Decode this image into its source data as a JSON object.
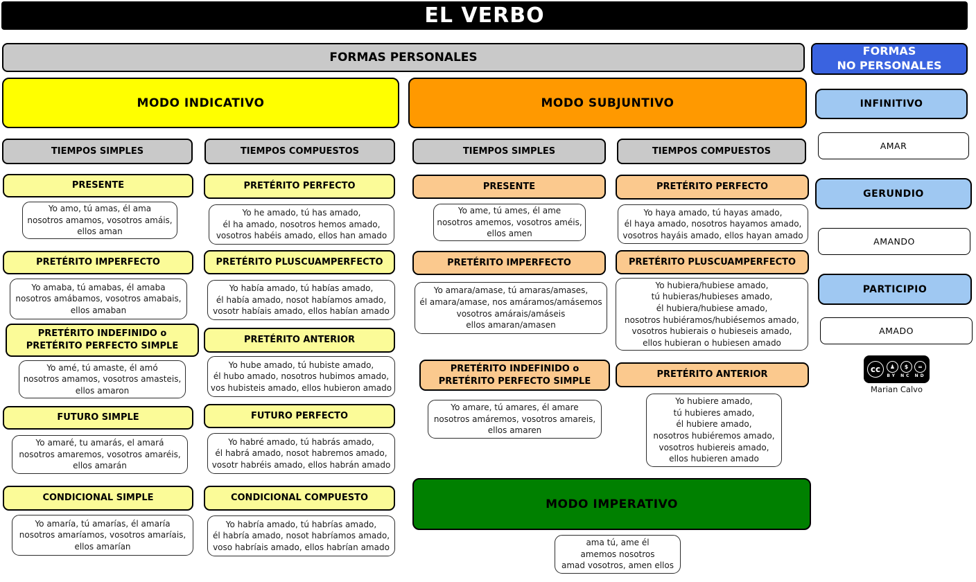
{
  "title": "EL VERBO",
  "personales": {
    "label": "FORMAS PERSONALES"
  },
  "no_personales": {
    "label": "FORMAS\nNO PERSONALES",
    "items": [
      {
        "label": "INFINITIVO",
        "form": "AMAR"
      },
      {
        "label": "GERUNDIO",
        "form": "AMANDO"
      },
      {
        "label": "PARTICIPIO",
        "form": "AMADO"
      }
    ]
  },
  "indicativo": {
    "label": "MODO INDICATIVO",
    "simples_header": "TIEMPOS SIMPLES",
    "compuestos_header": "TIEMPOS COMPUESTOS",
    "simples": [
      {
        "tense": "PRESENTE",
        "conj": "Yo amo, tú amas, él ama\nnosotros amamos, vosotros amáis,\nellos aman"
      },
      {
        "tense": "PRETÉRITO IMPERFECTO",
        "conj": "Yo amaba, tú amabas, él amaba\nnosotros amábamos, vosotros amabais,\nellos amaban"
      },
      {
        "tense": "PRETÉRITO INDEFINIDO o\nPRETÉRITO PERFECTO SIMPLE",
        "conj": "Yo amé, tú amaste, él amó\nnosotros amamos, vosotros amasteis,\nellos amaron"
      },
      {
        "tense": "FUTURO SIMPLE",
        "conj": "Yo amaré, tu amarás, el amará\nnosotros amaremos, vosotros amaréis,\nellos amarán"
      },
      {
        "tense": "CONDICIONAL SIMPLE",
        "conj": "Yo amaría, tú amarías, él amaría\nnosotros amaríamos, vosotros amaríais,\nellos amarían"
      }
    ],
    "compuestos": [
      {
        "tense": "PRETÉRITO PERFECTO",
        "conj": "Yo he amado, tú has amado,\nél ha amado, nosotros hemos amado,\nvosotros habéis amado, ellos han amado"
      },
      {
        "tense": "PRETÉRITO PLUSCUAMPERFECTO",
        "conj": "Yo había amado, tú habías amado,\nél había amado, nosot habíamos amado,\nvosotr habíais amado, ellos habían amado"
      },
      {
        "tense": "PRETÉRITO ANTERIOR",
        "conj": "Yo hube amado, tú hubiste amado,\nél hubo amado, nosotros hubimos amado,\nvos hubisteis amado, ellos hubieron amado"
      },
      {
        "tense": "FUTURO PERFECTO",
        "conj": "Yo habré amado, tú habrás amado,\nél habrá amado, nosot habremos amado,\nvosotr habréis amado, ellos habrán amado"
      },
      {
        "tense": "CONDICIONAL COMPUESTO",
        "conj": "Yo habría amado, tú habrías amado,\nél habría amado, nosot habríamos amado,\nvoso habríais amado, ellos habrían amado"
      }
    ]
  },
  "subjuntivo": {
    "label": "MODO SUBJUNTIVO",
    "simples_header": "TIEMPOS SIMPLES",
    "compuestos_header": "TIEMPOS COMPUESTOS",
    "simples": [
      {
        "tense": "PRESENTE",
        "conj": "Yo ame, tú ames, él ame\nnosotros amemos, vosotros améis,\nellos amen"
      },
      {
        "tense": "PRETÉRITO IMPERFECTO",
        "conj": "Yo amara/amase, tú amaras/amases,\nél amara/amase, nos amáramos/amásemos\nvosotros amárais/amáseis\nellos amaran/amasen"
      },
      {
        "tense": "PRETÉRITO INDEFINIDO o\nPRETÉRITO PERFECTO SIMPLE",
        "conj": "Yo amare, tú amares, él amare\nnosotros amáremos, vosotros amareis,\nellos amaren"
      }
    ],
    "compuestos": [
      {
        "tense": "PRETÉRITO PERFECTO",
        "conj": "Yo haya amado, tú hayas amado,\nél haya amado, nosotros hayamos amado,\nvosotros hayáis amado, ellos hayan amado"
      },
      {
        "tense": "PRETÉRITO PLUSCUAMPERFECTO",
        "conj": "Yo hubiera/hubiese amado,\ntú hubieras/hubieses amado,\nél hubiera/hubiese amado,\nnosotros hubiéramos/hubiésemos amado,\nvosotros hubierais o hubieseis amado,\nellos hubieran o hubiesen amado"
      },
      {
        "tense": "PRETÉRITO ANTERIOR",
        "conj": "Yo hubiere amado,\ntú hubieres amado,\nél hubiere amado,\nnosotros hubiéremos amado,\nvosotros hubiereis amado,\nellos hubieren amado"
      }
    ]
  },
  "imperativo": {
    "label": "MODO IMPERATIVO",
    "conj": "ama tú, ame él\namemos nosotros\namad vosotros, amen ellos"
  },
  "credit": {
    "license": "CC BY-NC-ND",
    "icons": {
      "cc": "cc",
      "by": "♟",
      "nc": "$",
      "nd": "="
    },
    "badge_labels": "BY NC ND",
    "author": "Marian Calvo"
  },
  "colors": {
    "indicativo": "#FFFF00",
    "subjuntivo": "#FF9900",
    "imperativo": "#008000",
    "no_personales": "#3A63E0",
    "no_personales_sub": "#9FC8F2",
    "tense_indicativo": "#FBFB98",
    "tense_subjuntivo": "#FBC98E",
    "header_gray": "#C9C9C9"
  }
}
